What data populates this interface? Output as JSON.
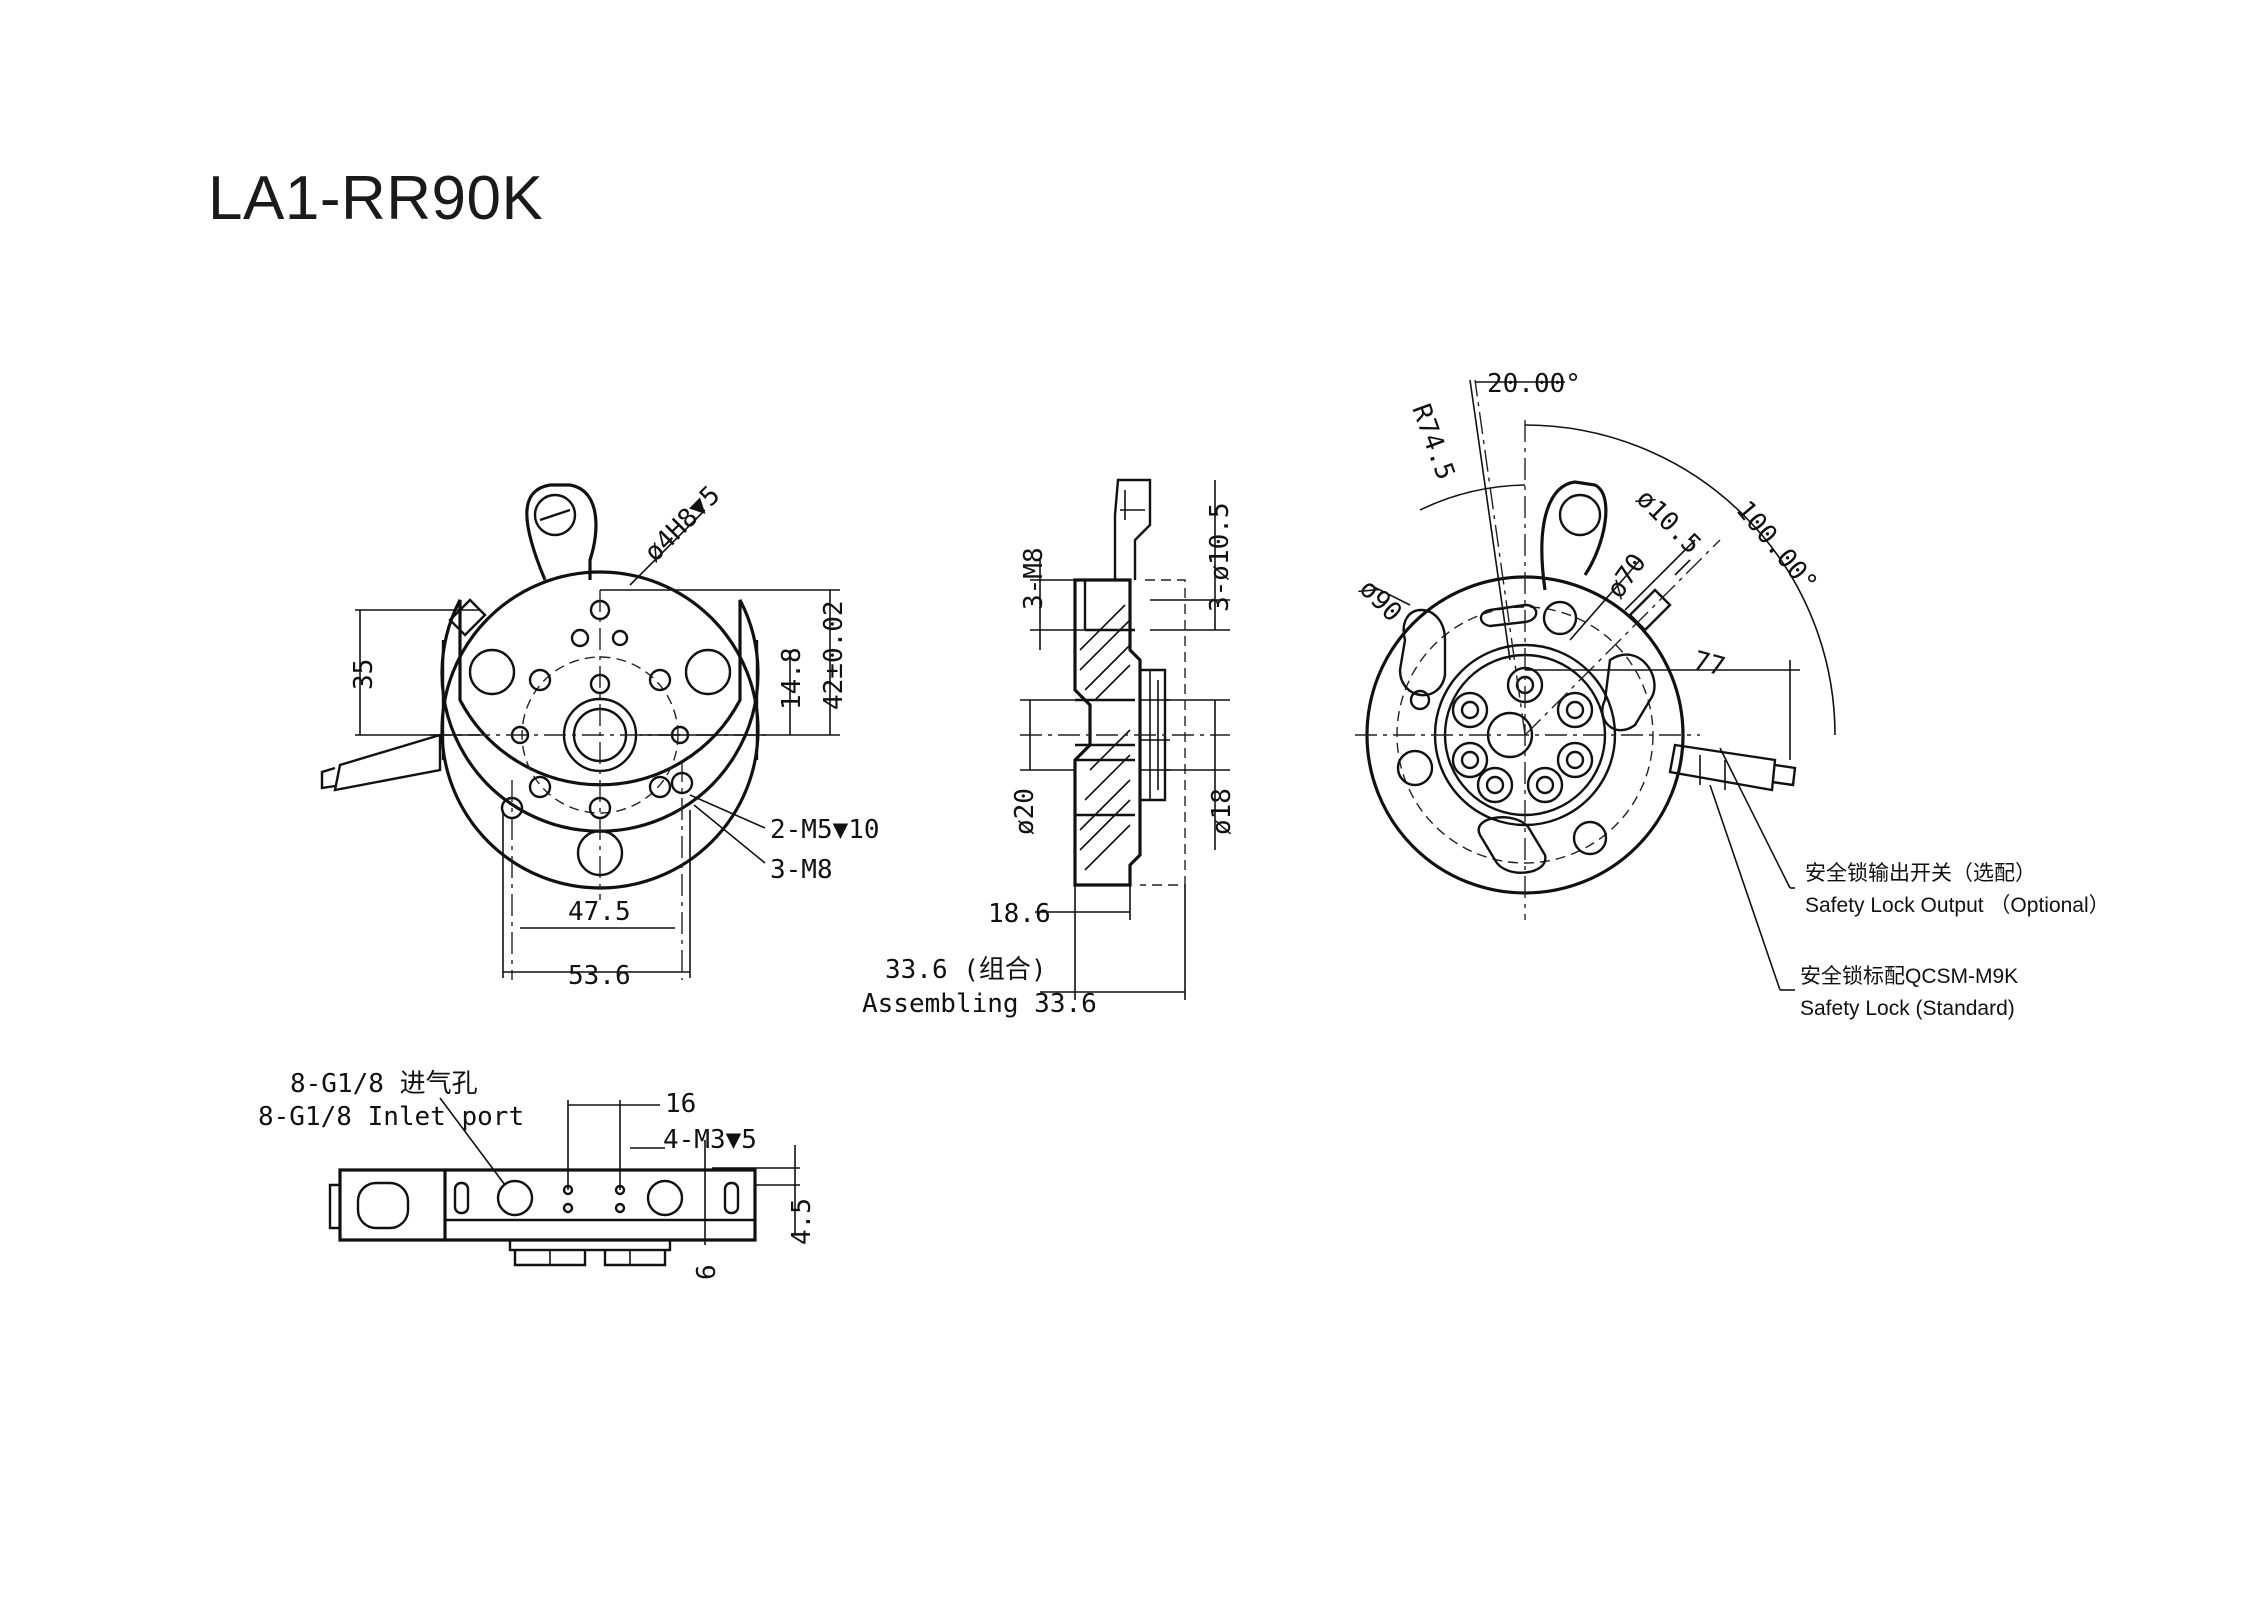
{
  "title": "LA1-RR90K",
  "front_view": {
    "dims": {
      "hole_4h8": "ø4H8▼5",
      "d35": "35",
      "d14_8": "14.8",
      "d42": "42±0.02",
      "m5": "2-M5▼10",
      "m8": "3-M8",
      "d47_5": "47.5",
      "d53_6": "53.6"
    }
  },
  "side_view": {
    "dims": {
      "m8": "3-M8",
      "d10_5": "3-ø10.5",
      "d20": "ø20",
      "d18": "ø18",
      "d18_6": "18.6",
      "asm_cn": "33.6 (组合)",
      "asm_en": "Assembling 33.6"
    }
  },
  "back_view": {
    "dims": {
      "ang20": "20.00°",
      "r74_5": "R74.5",
      "d10_5": "ø10.5",
      "ang100": "100.00°",
      "d70": "ø70",
      "d90": "ø90",
      "d77": "77"
    },
    "notes": {
      "optional_cn": "安全锁输出开关（选配）",
      "optional_en": "Safety Lock Output （Optional）",
      "standard_cn": "安全锁标配QCSM-M9K",
      "standard_en": "Safety Lock (Standard)"
    }
  },
  "bottom_view": {
    "dims": {
      "inlet_cn": "8-G1/8 进气孔",
      "inlet_en": "8-G1/8 Inlet port",
      "d16": "16",
      "m3": "4-M3▼5",
      "d4_5": "4.5",
      "d6": "6"
    }
  }
}
